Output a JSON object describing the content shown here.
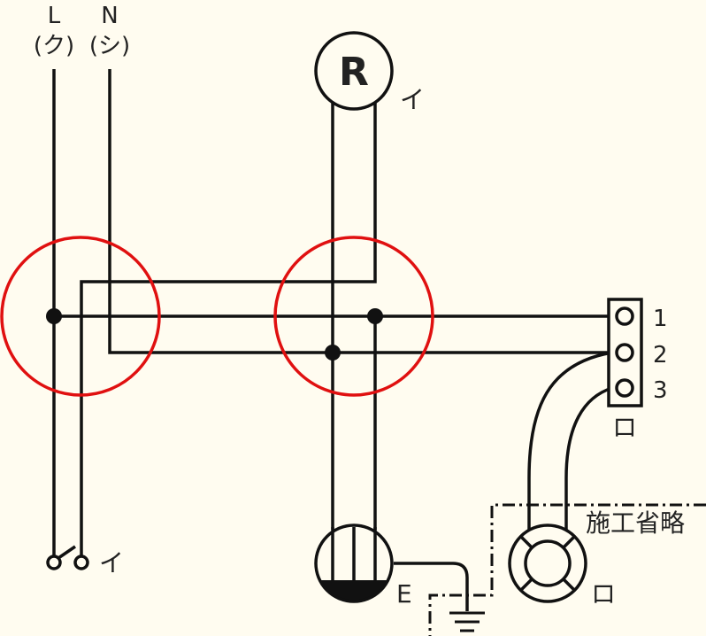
{
  "labels": {
    "line": "L",
    "line_kana": "(ク)",
    "neutral": "N",
    "neutral_kana": "(シ)",
    "lamp_symbol": "R",
    "lamp_tag": "イ",
    "switch_tag": "イ",
    "terminal_1": "1",
    "terminal_2": "2",
    "terminal_3": "3",
    "terminal_block_tag": "ロ",
    "outlet_earth": "E",
    "omitted_note": "施工省略",
    "fixture_tag": "ロ"
  },
  "colors": {
    "background": "#fffcf0",
    "wire": "#111111",
    "junction_circle": "#e01010",
    "boundary": "#111111"
  },
  "icons": {
    "lamp": "pilot-lamp-icon",
    "switch": "switch-icon",
    "outlet": "earthed-outlet-icon",
    "ground": "ground-icon",
    "fixture": "lighting-fixture-icon",
    "terminal_block": "terminal-block-icon"
  }
}
